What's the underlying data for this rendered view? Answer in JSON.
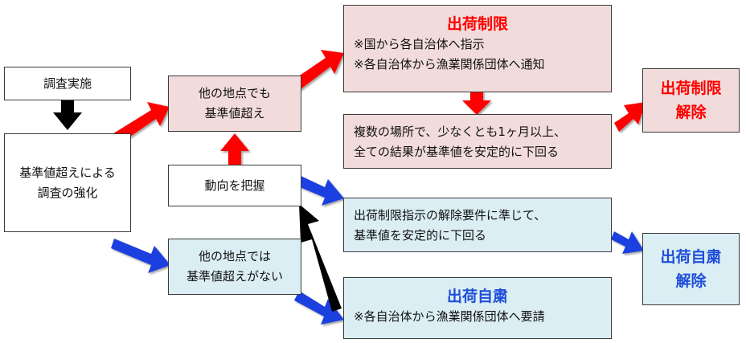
{
  "boxes": {
    "survey": "調査実施",
    "strengthen": [
      "基準値超えによる",
      "調査の強化"
    ],
    "other_exceed": [
      "他の地点でも",
      "基準値超え"
    ],
    "monitor": "動向を把握",
    "other_no_exceed": [
      "他の地点では",
      "基準値超えがない"
    ],
    "shipment_restriction": {
      "title": "出荷制限",
      "lines": [
        "※国から各自治体へ指示",
        "※各自治体から漁業関係団体へ通知"
      ]
    },
    "restriction_condition": [
      "複数の場所で、少なくとも1ヶ月以上、",
      "全ての結果が基準値を安定的に下回る"
    ],
    "restriction_lift": [
      "出荷制限",
      "解除"
    ],
    "voluntary_condition": [
      "出荷制限指示の解除要件に準じて、",
      "基準値を安定的に下回る"
    ],
    "voluntary_restraint": {
      "title": "出荷自粛",
      "lines": [
        "※各自治体から漁業関係団体へ要請"
      ]
    },
    "voluntary_lift": [
      "出荷自粛",
      "解除"
    ]
  },
  "colors": {
    "arrow_red": "#ff0000",
    "arrow_blue": "#1f3fe0",
    "arrow_black": "#000000",
    "fill_pink": "#f2dcdb",
    "fill_blue": "#dbeef4",
    "title_red": "#ff0000",
    "title_blue": "#1f4ed8"
  }
}
